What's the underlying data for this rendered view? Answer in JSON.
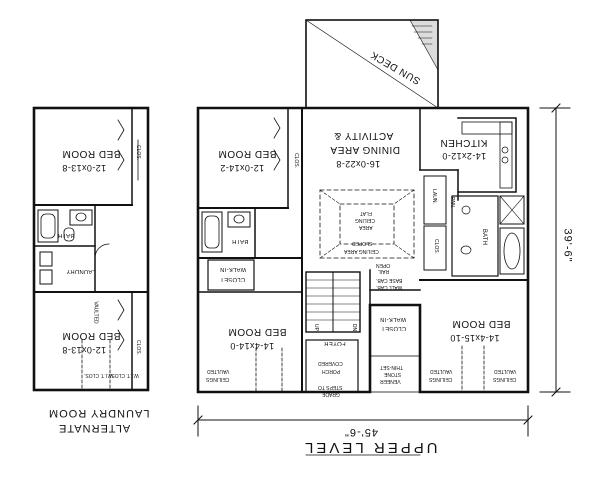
{
  "alternate": {
    "bed_room_top": "BED ROOM",
    "bed_room_top_dim": "12-0x13-8",
    "bath": "BATH",
    "laundry": "LAUNDRY",
    "bed_room_bottom": "BED ROOM",
    "bed_room_bottom_dim": "12-0x13-8",
    "closet_left": "W.I.T. CLOS.",
    "closet_right": "W.I.T. CLOS.",
    "clos_top": "CLOS.",
    "clos_bottom": "CLOS.",
    "vaulted": "VAULTED",
    "caption_line1": "LAUNDRY ROOM",
    "caption_line2": "ALTERNATE"
  },
  "upper": {
    "sun_deck": "SUN DECK",
    "activity": "ACTIVITY &",
    "dining_area": "DINING AREA",
    "activity_dim": "16-0x22-8",
    "kitchen": "KITCHEN",
    "kitchen_dim": "14-2x12-0",
    "bed_room_nw": "BED ROOM",
    "bed_room_nw_dim": "12-0x14-2",
    "bath_w": "BATH",
    "clos_w": "CLOS.",
    "walk_in_closet_w": "WALK-IN",
    "closet_w": "CLOSET",
    "bed_room_sw": "BED ROOM",
    "bed_room_sw_dim": "14-4x14-0",
    "vaulted_ceilings": "VAULTED",
    "ceilings": "CEILINGS",
    "flat_ceiling": "FLAT",
    "ceiling": "CEILING",
    "area": "AREA",
    "sloped": "SLOPED",
    "ceiling_area": "CEILING AREA",
    "open_rail": "OPEN",
    "rail": "RAIL",
    "base_cab": "BASE CAB.",
    "wall_cab": "WALL CAB.",
    "walk_in_closet_c": "WALK-IN",
    "closet_c": "CLOSET",
    "foyer": "FOYER",
    "up": "UP",
    "down": "DN",
    "covered_porch": "COVERED",
    "porch": "PORCH",
    "steps_to": "STEPS TO",
    "grade": "GRADE",
    "thin_set": "THIN-SET",
    "stone": "STONE",
    "veneer": "VENEER",
    "laundry_e": "LAUN.",
    "clos_e": "CLOS.",
    "bath_e": "BATH",
    "bed_room_se": "BED ROOM",
    "bed_room_se_dim": "14-4x15-10",
    "pantry": "PAN.",
    "width_dim": "45'-6\"",
    "depth_dim": "39'-6\"",
    "title": "UPPER LEVEL"
  }
}
